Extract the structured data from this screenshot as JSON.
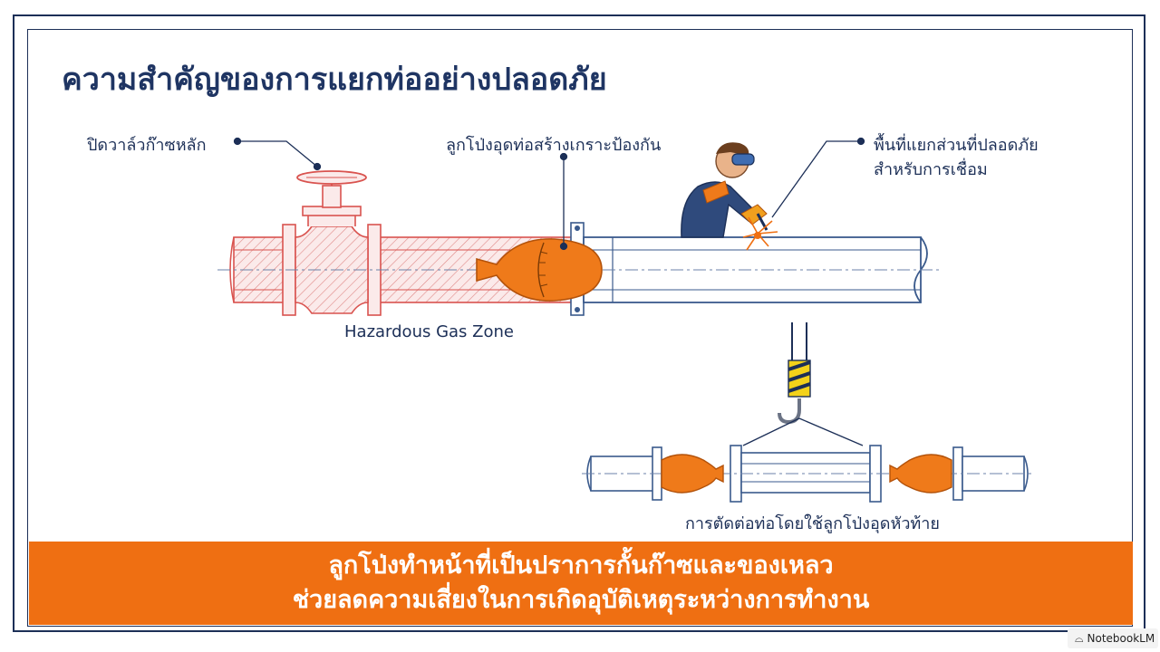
{
  "title": "ความสำคัญของการแยกท่ออย่างปลอดภัย",
  "labels": {
    "main_valve": "ปิดวาล์วก๊าซหลัก",
    "plug_balloon": "ลูกโป่งอุดท่อสร้างเกราะป้องกัน",
    "safe_zone_line1": "พื้นที่แยกส่วนที่ปลอดภัย",
    "safe_zone_line2": "สำหรับการเชื่อม",
    "hazard_zone": "Hazardous Gas Zone",
    "cut_connect": "การตัดต่อท่อโดยใช้ลูกโป่งอุดหัวท้าย"
  },
  "banner": {
    "line1": "ลูกโป่งทำหน้าที่เป็นปราการกั้นก๊าซและของเหลว",
    "line2": "ช่วยลดความเสี่ยงในการเกิดอุบัติเหตุระหว่างการทำงาน"
  },
  "badge": {
    "text": "NotebookLM"
  },
  "colors": {
    "navy": "#1c2f57",
    "orange": "#ef6f12",
    "hazard_red": "#d9534f",
    "pipe_blue": "#3a5a8c"
  }
}
